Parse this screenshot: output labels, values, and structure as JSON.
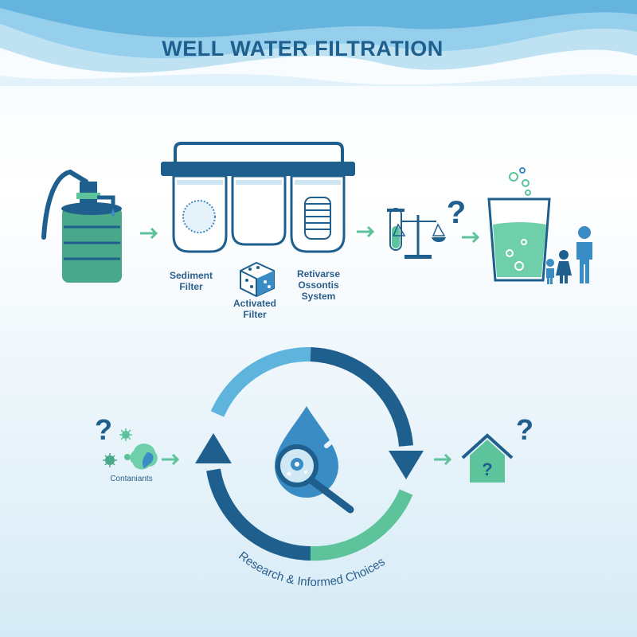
{
  "title": "WELL WATER FILTRATION",
  "filters": {
    "sediment": "Sediment\nFilter",
    "activated": "Activated\nFilter",
    "reverse_osmosis": "Retivarse\nOssontis\nSystem"
  },
  "contaminants_label": "Contaniants",
  "cycle_label": "Research & Informed Choices",
  "question_mark": "?",
  "colors": {
    "dark_blue": "#1e5f8e",
    "mid_blue": "#3a8cc4",
    "light_blue": "#5fb4de",
    "green": "#5cc39a",
    "teal": "#4aa88a"
  }
}
